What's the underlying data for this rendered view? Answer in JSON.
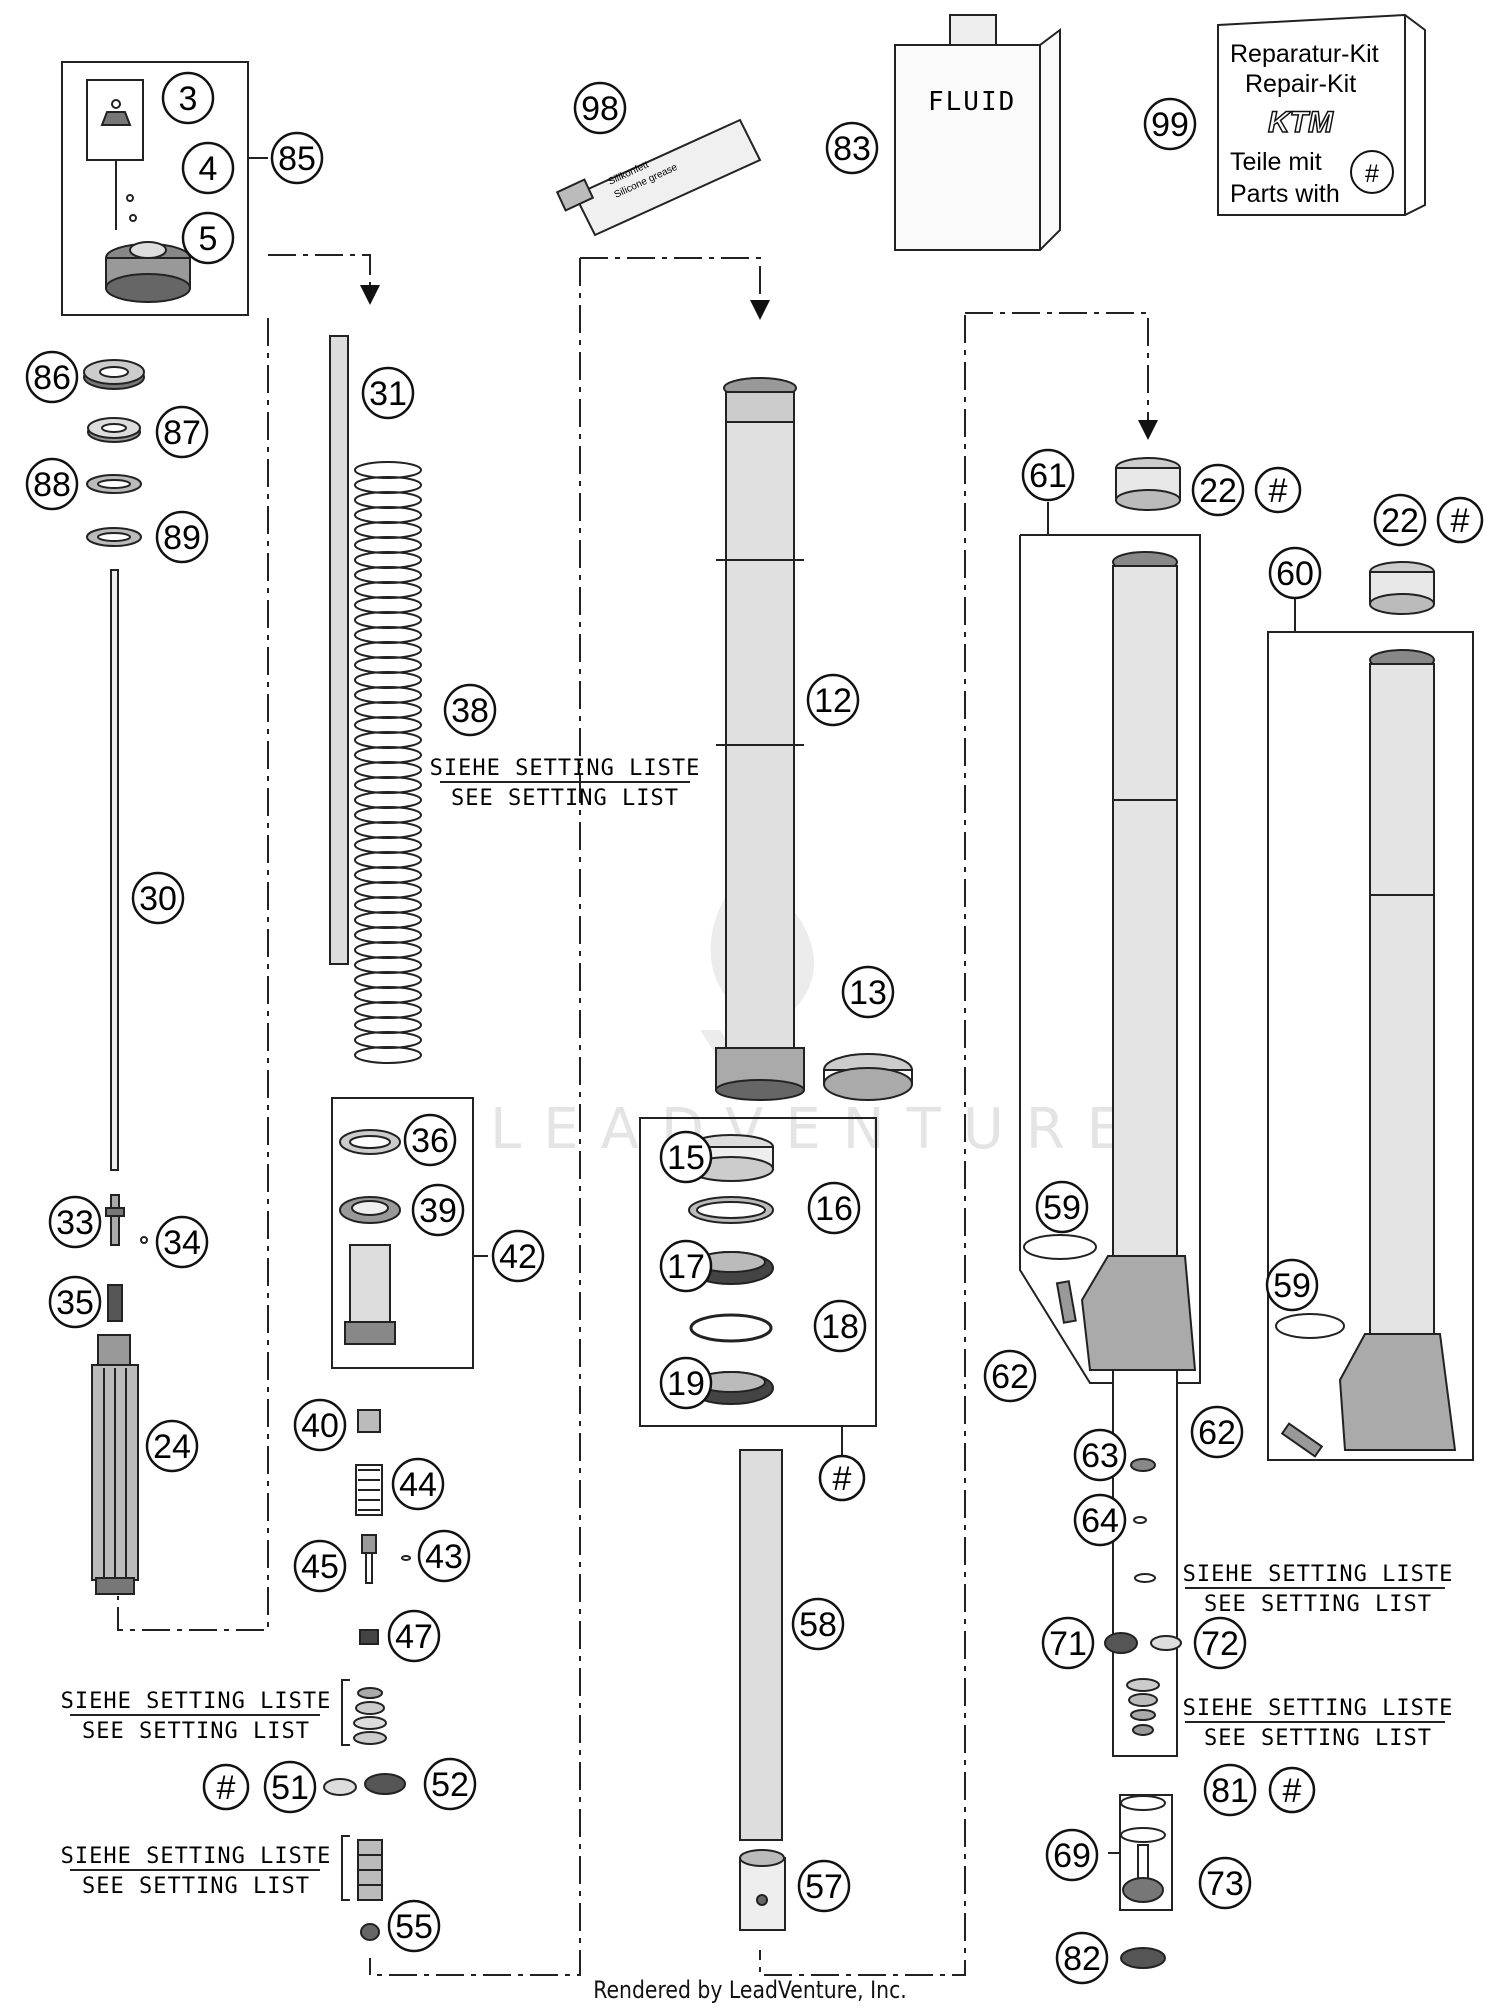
{
  "parts": [
    {
      "label": "3"
    },
    {
      "label": "4"
    },
    {
      "label": "5"
    },
    {
      "label": "85"
    },
    {
      "label": "86"
    },
    {
      "label": "87"
    },
    {
      "label": "88"
    },
    {
      "label": "89"
    },
    {
      "label": "30"
    },
    {
      "label": "33"
    },
    {
      "label": "34"
    },
    {
      "label": "35"
    },
    {
      "label": "24"
    },
    {
      "label": "31"
    },
    {
      "label": "38"
    },
    {
      "label": "36"
    },
    {
      "label": "39"
    },
    {
      "label": "42"
    },
    {
      "label": "40"
    },
    {
      "label": "44"
    },
    {
      "label": "45"
    },
    {
      "label": "43"
    },
    {
      "label": "47"
    },
    {
      "label": "#"
    },
    {
      "label": "51"
    },
    {
      "label": "52"
    },
    {
      "label": "55"
    },
    {
      "label": "98"
    },
    {
      "label": "83"
    },
    {
      "label": "99"
    },
    {
      "label": "12"
    },
    {
      "label": "13"
    },
    {
      "label": "15"
    },
    {
      "label": "16"
    },
    {
      "label": "17"
    },
    {
      "label": "18"
    },
    {
      "label": "19"
    },
    {
      "label": "#"
    },
    {
      "label": "58"
    },
    {
      "label": "57"
    },
    {
      "label": "61"
    },
    {
      "label": "22"
    },
    {
      "label": "#"
    },
    {
      "label": "22"
    },
    {
      "label": "#"
    },
    {
      "label": "60"
    },
    {
      "label": "59"
    },
    {
      "label": "62"
    },
    {
      "label": "59"
    },
    {
      "label": "62"
    },
    {
      "label": "63"
    },
    {
      "label": "64"
    },
    {
      "label": "71"
    },
    {
      "label": "72"
    },
    {
      "label": "81"
    },
    {
      "label": "#"
    },
    {
      "label": "69"
    },
    {
      "label": "73"
    },
    {
      "label": "82"
    }
  ],
  "setting_notes": [
    {
      "de": "SIEHE SETTING LISTE",
      "en": "SEE SETTING LIST"
    },
    {
      "de": "SIEHE SETTING LISTE",
      "en": "SEE SETTING LIST"
    },
    {
      "de": "SIEHE SETTING LISTE",
      "en": "SEE SETTING LIST"
    },
    {
      "de": "SIEHE SETTING LISTE",
      "en": "SEE SETTING LIST"
    },
    {
      "de": "SIEHE SETTING LISTE",
      "en": "SEE SETTING LIST"
    }
  ],
  "fluid_label": "FLUID",
  "grease_tube": {
    "line1": "Silikonfett",
    "line2": "Silicone grease"
  },
  "repair_kit": {
    "line1": "Reparatur-Kit",
    "line2": "Repair-Kit",
    "brand": "KTM",
    "line3": "Teile mit",
    "line4": "Parts with",
    "symbol": "#"
  },
  "watermark": "LEADVENTURE",
  "footer": "Rendered by LeadVenture, Inc."
}
